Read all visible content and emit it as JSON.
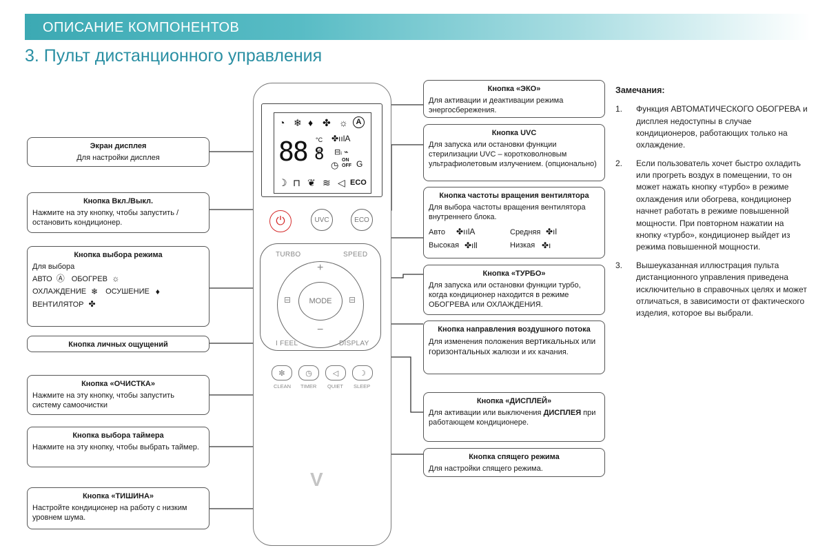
{
  "banner": {
    "text": "ОПИСАНИЕ КОМПОНЕНТОВ"
  },
  "page_title": "3. Пульт дистанционного управления",
  "callouts": {
    "display": {
      "title": "Экран дисплея",
      "desc": "Для настройки дисплея"
    },
    "power": {
      "title": "Кнопка Вкл./Выкл.",
      "desc": "Нажмите на эту кнопку, чтобы запустить / остановить кондиционер."
    },
    "mode": {
      "title": "Кнопка выбора режима",
      "intro": "Для выбора",
      "auto": "АВТО",
      "heat": "ОБОГРЕВ",
      "cool": "ОХЛАЖДЕНИЕ",
      "dry": "ОСУШЕНИЕ",
      "fan": "ВЕНТИЛЯТОР"
    },
    "ifeel": {
      "title": "Кнопка личных ощущений"
    },
    "clean": {
      "title": "Кнопка «ОЧИСТКА»",
      "desc": "Нажмите на эту кнопку, чтобы запустить систему самоочистки"
    },
    "timer": {
      "title": "Кнопка выбора таймера",
      "desc": "Нажмите на эту кнопку, чтобы выбрать таймер."
    },
    "quiet": {
      "title": "Кнопка «ТИШИНА»",
      "desc": "Настройте кондиционер на работу с низким уровнем шума."
    },
    "eco": {
      "title": "Кнопка «ЭКО»",
      "desc": "Для активации и деактивации режима энергосбережения."
    },
    "uvc": {
      "title": "Кнопка UVC",
      "desc": "Для запуска или остановки функции стерилизации UVC – коротковолновым ультрафиолетовым излучением. (опционально)"
    },
    "speed": {
      "title": "Кнопка частоты вращения вентилятора",
      "desc": "Для выбора частоты вращения вентилятора внутреннего блока.",
      "auto": "Авто",
      "medium": "Средняя",
      "high": "Высокая",
      "low": "Низкая"
    },
    "turbo": {
      "title": "Кнопка «ТУРБО»",
      "desc": "Для запуска или остановки функции турбо, когда кондиционер находится в режиме ОБОГРЕВА или ОХЛАЖДЕНИЯ."
    },
    "swing": {
      "title": "Кнопка направления воздушного потока",
      "desc_a": "Для изменения положения ",
      "desc_b": "вертикальных или горизонтальных",
      "desc_c": " жалюзи и их качания."
    },
    "dispbtn": {
      "title": "Кнопка «ДИСПЛЕЙ»",
      "desc_a": "Для активации или выключения ",
      "desc_b": "ДИСПЛЕЯ",
      "desc_c": " при работающем кондиционере."
    },
    "sleep": {
      "title": "Кнопка спящего режима",
      "desc": "Для настройки спящего режима."
    }
  },
  "remote": {
    "lcd_digits": "88",
    "lcd_decimal": "8",
    "lcd_c": "°C",
    "lcd_f": "°F",
    "lcd_on": "ON",
    "lcd_off": "OFF",
    "lcd_g": "G",
    "lcd_eco": "ECO",
    "lcd_a": "A",
    "uvc": "UVC",
    "eco": "ECO",
    "turbo": "TURBO",
    "speed": "SPEED",
    "plus": "+",
    "minus": "−",
    "mode": "MODE",
    "ifeel": "I FEEL",
    "display": "DISPLAY",
    "clean": "CLEAN",
    "timer": "TIMER",
    "quiet": "QUIET",
    "sleep": "SLEEP"
  },
  "notes": {
    "title": "Замечания:",
    "items": [
      {
        "num": "1.",
        "text": "Функция АВТОМАТИЧЕСКОГО ОБОГРЕВА и дисплея недоступны в случае кондиционеров, работающих только на охлаждение."
      },
      {
        "num": "2.",
        "text": "Если пользователь хочет быстро охладить или прогреть воздух в помещении, то он может нажать кнопку «турбо» в режиме охлаждения или обогрева, кондиционер начнет работать в режиме повышенной мощности. При повторном нажатии на кнопку «турбо», кондиционер выйдет из режима повышенной мощности."
      },
      {
        "num": "3.",
        "text": "Вышеуказанная иллюстрация пульта дистанционного управления приведена исключительно в справочных целях и может отличаться, в зависимости от фактического изделия, которое вы выбрали."
      }
    ]
  },
  "colors": {
    "banner": "#3ca9b3",
    "title": "#2a8fa3",
    "power_red": "#d42a2a"
  },
  "icons": [
    "wifi-icon",
    "snowflake-icon",
    "droplet-icon",
    "fan-icon",
    "sun-icon",
    "auto-a-icon",
    "power-icon",
    "leaf-icon",
    "sleep-moon-icon",
    "lock-icon",
    "mute-icon",
    "brand-logo-icon"
  ]
}
